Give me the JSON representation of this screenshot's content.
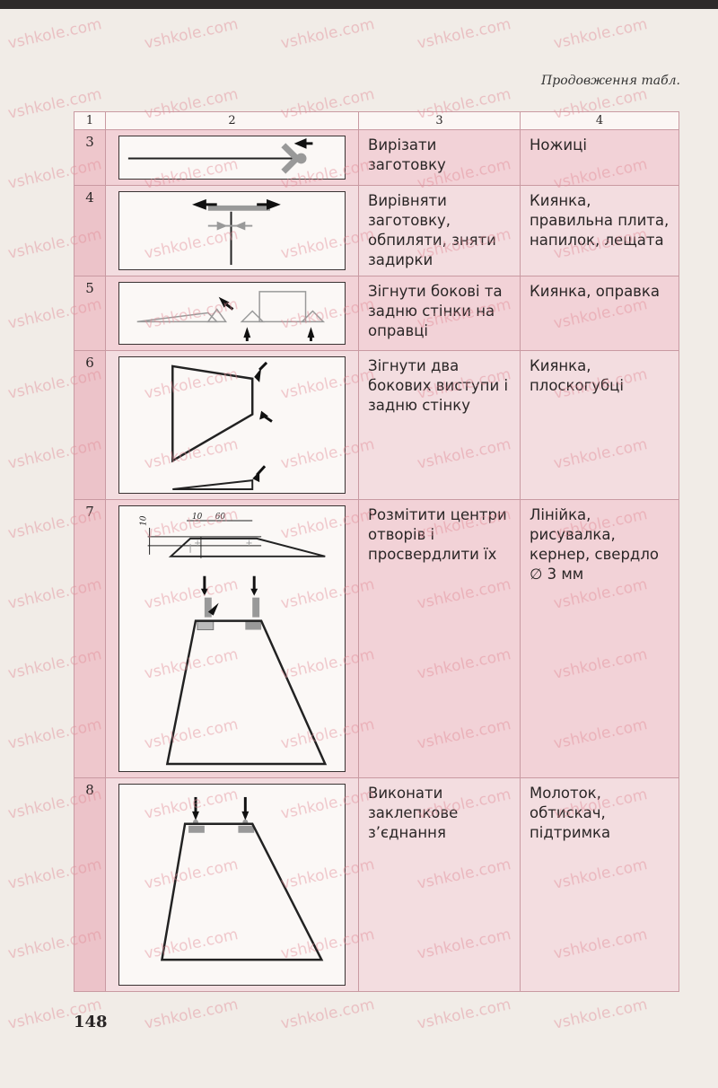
{
  "header_note": "Продовження табл.",
  "columns": [
    "1",
    "2",
    "3",
    "4"
  ],
  "rows": [
    {
      "num": "3",
      "operation": "Вирізати заготовку",
      "tools": "Ножиці"
    },
    {
      "num": "4",
      "operation": "Вирівняти заготовку, обпиляти, зняти задирки",
      "tools": "Киянка, правильна плита, напилок, лещата"
    },
    {
      "num": "5",
      "operation": "Зігнути бокові та задню стінки на оправці",
      "tools": "Киянка, оправка"
    },
    {
      "num": "6",
      "operation": "Зігнути два бокових виступи і задню стінку",
      "tools": "Киянка, плоскогубці"
    },
    {
      "num": "7",
      "operation": "Розмітити центри отворів і просвердлити їх",
      "tools": "Лінійка, рисувалка, кернер, свердло ∅ 3 мм"
    },
    {
      "num": "8",
      "operation": "Виконати заклепкове з’єднання",
      "tools": "Молоток, обтискач, підтримка"
    }
  ],
  "dimensions": {
    "d1": "10",
    "d2": "10",
    "d3": "60"
  },
  "page_number": "148",
  "watermark": "vshkole.com"
}
